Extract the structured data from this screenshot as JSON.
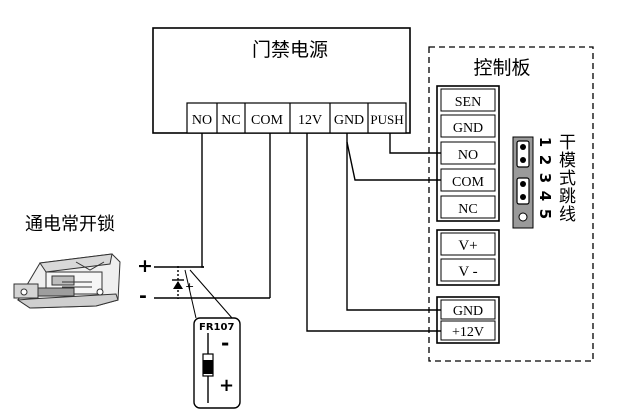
{
  "power_supply": {
    "title": "门禁电源",
    "terminals": [
      "NO",
      "NC",
      "COM",
      "12V",
      "GND",
      "PUSH"
    ]
  },
  "control_board": {
    "title": "控制板",
    "group1": [
      "SEN",
      "GND",
      "NO",
      "COM",
      "NC"
    ],
    "group2": [
      "V+",
      "V -"
    ],
    "group3": [
      "GND",
      "+12V"
    ],
    "jumper": {
      "pin_numbers": [
        "1",
        "2",
        "3",
        "4",
        "5"
      ],
      "label": "干模式跳线"
    }
  },
  "lock": {
    "label": "通电常开锁",
    "plus": "+",
    "minus": "-"
  },
  "diode": {
    "model": "FR107",
    "plus": "+",
    "minus": "-",
    "near_plus": "+"
  }
}
